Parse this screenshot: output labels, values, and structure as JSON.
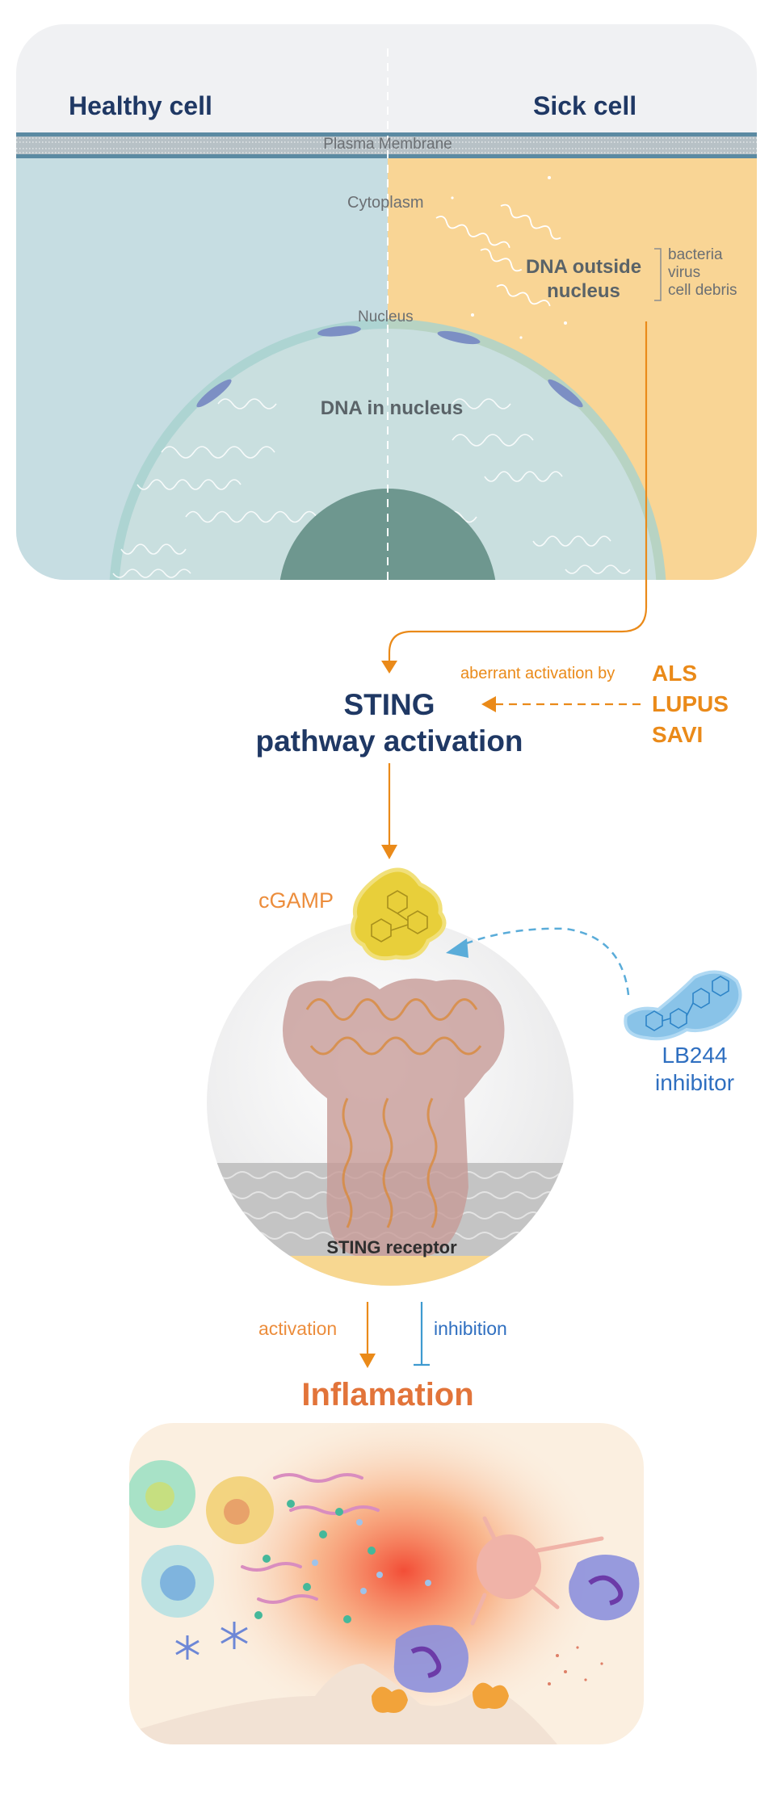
{
  "cell_panel": {
    "healthy_title": "Healthy cell",
    "sick_title": "Sick cell",
    "membrane_label": "Plasma Membrane",
    "cytoplasm_label": "Cytoplasm",
    "nucleus_label": "Nucleus",
    "dna_in_nucleus_label": "DNA in nucleus",
    "dna_outside_line1": "DNA outside",
    "dna_outside_line2": "nucleus",
    "sources": [
      "bacteria",
      "virus",
      "cell debris"
    ]
  },
  "pathway": {
    "title_line1": "STING",
    "title_line2": "pathway activation",
    "aberrant_label": "aberrant activation by",
    "diseases": [
      "ALS",
      "LUPUS",
      "SAVI"
    ]
  },
  "molecules": {
    "cgamp_label": "cGAMP",
    "inhibitor_line1": "LB244",
    "inhibitor_line2": "inhibitor",
    "receptor_label": "STING receptor"
  },
  "legend": {
    "activation_label": "activation",
    "inhibition_label": "inhibition"
  },
  "outcome": {
    "title": "Inflamation"
  },
  "colors": {
    "navy": "#1f3864",
    "orange": "#ea8a19",
    "blue": "#2f6fc0",
    "healthy_bg": "#c6dde2",
    "sick_bg": "#f9d595",
    "nucleus": "#6e978f"
  }
}
